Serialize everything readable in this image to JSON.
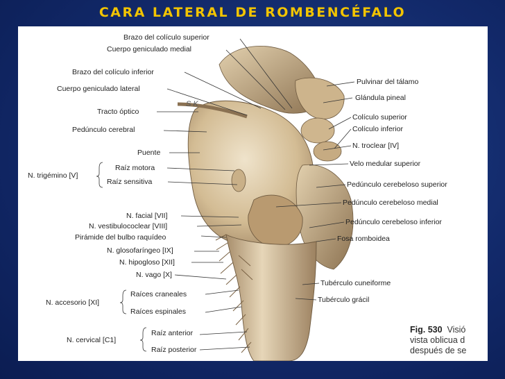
{
  "slide": {
    "title": "CARA  LATERAL  DE  ROMBENCÉFALO"
  },
  "labels_left": {
    "brazo_coliculo_superior": "Brazo del colículo superior",
    "cuerpo_geniculado_medial": "Cuerpo geniculado medial",
    "brazo_coliculo_inferior": "Brazo del colículo inferior",
    "cuerpo_geniculado_lateral": "Cuerpo geniculado lateral",
    "tracto_optico": "Tracto óptico",
    "pedunculo_cerebral": "Pedúnculo cerebral",
    "puente": "Puente",
    "n_trigemino": "N. trigémino [V]",
    "raiz_motora": "Raíz motora",
    "raiz_sensitiva": "Raíz sensitiva",
    "n_facial": "N. facial [VII]",
    "n_vestibulococlear": "N. vestibulococlear [VIII]",
    "piramide_bulbo": "Pirámide del bulbo raquídeo",
    "n_glosofaringeo": "N. glosofaríngeo [IX]",
    "n_hipogloso": "N. hipogloso [XII]",
    "n_vago": "N. vago [X]",
    "n_accesorio": "N. accesorio [XI]",
    "raices_craneales": "Raíces craneales",
    "raices_espinales": "Raíces espinales",
    "n_cervical": "N. cervical [C1]",
    "raiz_anterior": "Raíz anterior",
    "raiz_posterior": "Raíz posterior"
  },
  "labels_right": {
    "pulvinar": "Pulvinar del tálamo",
    "glandula_pineal": "Glándula pineal",
    "coliculo_superior": "Colículo superior",
    "coliculo_inferior": "Colículo inferior",
    "n_troclear": "N. troclear [IV]",
    "velo_medular": "Velo medular superior",
    "ped_cereb_superior": "Pedúnculo cerebeloso superior",
    "ped_cereb_medial": "Pedúnculo cerebeloso medial",
    "ped_cereb_inferior": "Pedúnculo cerebeloso inferior",
    "fosa_romboidea": "Fosa romboidea",
    "tuberculo_cuneiforme": "Tubérculo cuneiforme",
    "tuberculo_gracil": "Tubérculo grácil"
  },
  "artist_initials": "S K",
  "caption": {
    "fig": "Fig. 530",
    "line1": "Visió",
    "line2": "vista oblicua d",
    "line3": "después de se"
  },
  "colors": {
    "background": "#12296a",
    "title": "#f2c400",
    "tissue": "#d8c4a0",
    "tissue_dark": "#8a7152",
    "leader": "#333333"
  }
}
